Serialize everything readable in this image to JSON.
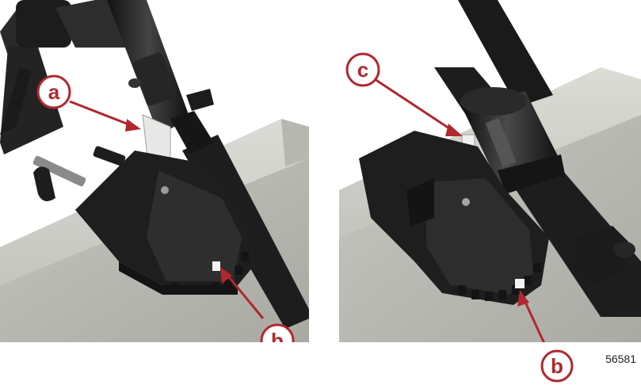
{
  "figure": {
    "figure_number": "56581",
    "callouts": [
      {
        "label": "a"
      },
      {
        "label": "b"
      },
      {
        "label": "c"
      },
      {
        "label": "b"
      }
    ]
  },
  "colors": {
    "callout_red": "#b0282e",
    "plastic_black": "#1e1e1e",
    "board_gray": "#c9c9c4"
  }
}
